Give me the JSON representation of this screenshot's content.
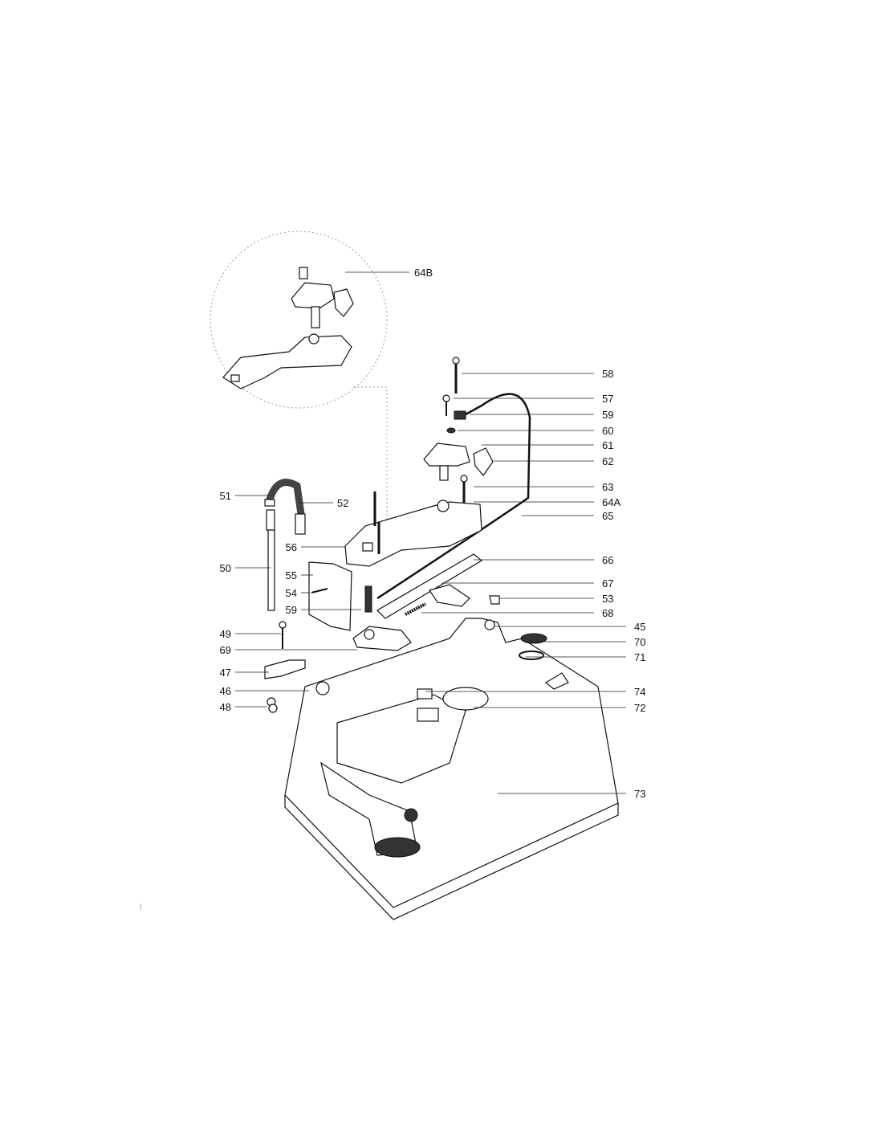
{
  "diagram": {
    "type": "exploded-parts-view",
    "callouts": [
      "64B",
      "58",
      "57",
      "59",
      "60",
      "61",
      "62",
      "63",
      "64A",
      "65",
      "66",
      "67",
      "53",
      "68",
      "45",
      "70",
      "71",
      "74",
      "72",
      "73",
      "51",
      "50",
      "49",
      "69",
      "47",
      "46",
      "48",
      "52",
      "56",
      "55",
      "54",
      "59"
    ]
  }
}
